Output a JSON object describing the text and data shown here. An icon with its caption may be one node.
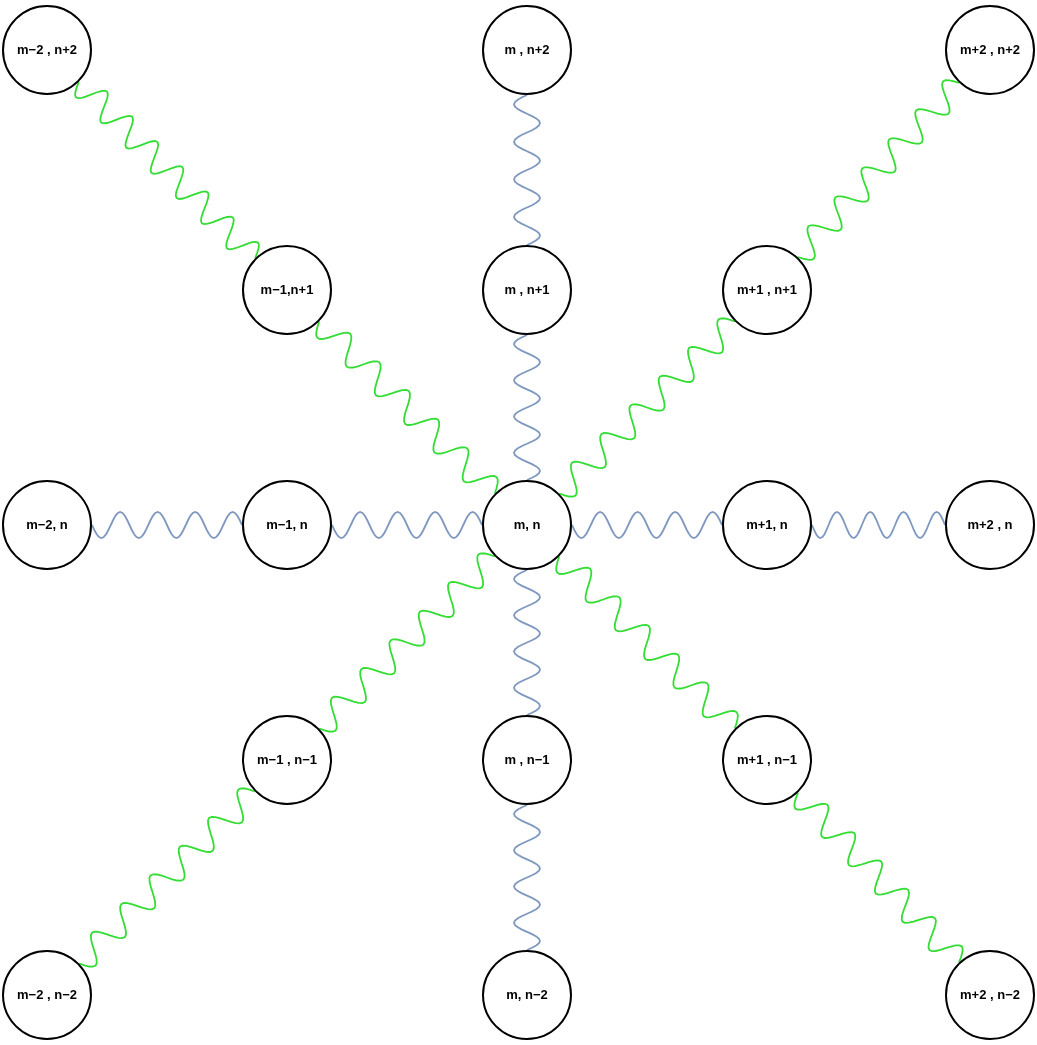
{
  "diagram": {
    "nodes": [
      {
        "text": [
          "m−2 , n+2"
        ]
      },
      {
        "text": [
          "m , n+2"
        ]
      },
      {
        "text": [
          "m+2 , n+2"
        ]
      },
      {
        "text": [
          "m−1,n+1"
        ]
      },
      {
        "text": [
          "m , n+1"
        ]
      },
      {
        "text": [
          "m+1 , n+1"
        ]
      },
      {
        "text": [
          "m−2, n"
        ]
      },
      {
        "text": [
          "m−1, n"
        ]
      },
      {
        "text": [
          "m, n"
        ]
      },
      {
        "text": [
          "m+1, n"
        ]
      },
      {
        "text": [
          "m+2 , n"
        ]
      },
      {
        "text": [
          "m−1 , n−1"
        ]
      },
      {
        "text": [
          "m , n−1"
        ]
      },
      {
        "text": [
          "m+1 , n−1"
        ]
      },
      {
        "text": [
          "m−2 , n−2"
        ]
      },
      {
        "text": [
          "m, n−2"
        ]
      },
      {
        "text": [
          "m+2 , n−2"
        ]
      }
    ],
    "edges": [
      {
        "from": 0,
        "to": 3,
        "arrow": "none",
        "color": "#33dd33"
      },
      {
        "from": 1,
        "to": 4,
        "arrow": "none",
        "color": "#7f98c0"
      },
      {
        "from": 2,
        "to": 5,
        "arrow": "none",
        "color": "#33dd33"
      },
      {
        "from": 3,
        "to": 8,
        "arrow": "none",
        "color": "#33dd33"
      },
      {
        "from": 4,
        "to": 8,
        "arrow": "none",
        "color": "#7f98c0"
      },
      {
        "from": 5,
        "to": 8,
        "arrow": "none",
        "color": "#33dd33"
      },
      {
        "from": 6,
        "to": 7,
        "arrow": "none",
        "color": "#7f98c0"
      },
      {
        "from": 7,
        "to": 8,
        "arrow": "none",
        "color": "#7f98c0"
      },
      {
        "from": 8,
        "to": 9,
        "arrow": "none",
        "color": "#7f98c0"
      },
      {
        "from": 9,
        "to": 10,
        "arrow": "none",
        "color": "#7f98c0"
      },
      {
        "from": 8,
        "to": 11,
        "arrow": "none",
        "color": "#33dd33"
      },
      {
        "from": 8,
        "to": 12,
        "arrow": "none",
        "color": "#7f98c0"
      },
      {
        "from": 8,
        "to": 13,
        "arrow": "none",
        "color": "#33dd33"
      },
      {
        "from": 11,
        "to": 14,
        "arrow": "none",
        "color": "#33dd33"
      },
      {
        "from": 12,
        "to": 15,
        "arrow": "none",
        "color": "#7f98c0"
      },
      {
        "from": 13,
        "to": 16,
        "arrow": "none",
        "color": "#33dd33"
      }
    ]
  }
}
